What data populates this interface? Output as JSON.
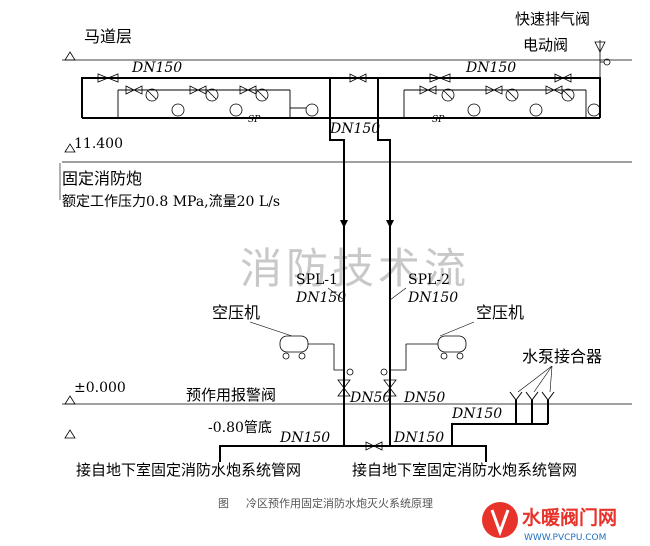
{
  "floors": {
    "catwalk": "马道层",
    "elev_1": "11.400",
    "ground": "±0.000",
    "pipe_bottom": "-0.80管底"
  },
  "labels": {
    "quick_exhaust_valve": "快速排气阀",
    "electric_valve": "电动阀",
    "dn150_left": "DN150",
    "dn150_right": "DN150",
    "dn150_center": "DN150",
    "sp_left": "SP",
    "sp_right": "SP",
    "cannon_title": "固定消防炮",
    "cannon_spec": "额定工作压力0.8 MPa,流量20 L/s",
    "watermark": "消防技术流",
    "spl1": "SPL-1",
    "spl1_dn": "DN150",
    "spl2": "SPL-2",
    "spl2_dn": "DN150",
    "compressor_left": "空压机",
    "compressor_right": "空压机",
    "pump_adapter": "水泵接合器",
    "alarm_valve": "预作用报警阀",
    "dn50_left": "DN50",
    "dn50_right": "DN50",
    "dn150_bottom_left": "DN150",
    "dn150_bottom_right": "DN150",
    "dn150_adapter": "DN150",
    "from_basement_left": "接自地下室固定消防水炮系统管网",
    "from_basement_right": "接自地下室固定消防水炮系统管网"
  },
  "caption": {
    "prefix": "图",
    "text": "冷区预作用固定消防水炮灭火系统原理"
  },
  "logo": {
    "name": "水暖阀门网",
    "url": "WWW.PVCPU.COM"
  },
  "colors": {
    "line": "#000000",
    "watermark": "#c8c8c8",
    "logo_red": "#e8332a",
    "logo_blue": "#1f6fc0"
  }
}
